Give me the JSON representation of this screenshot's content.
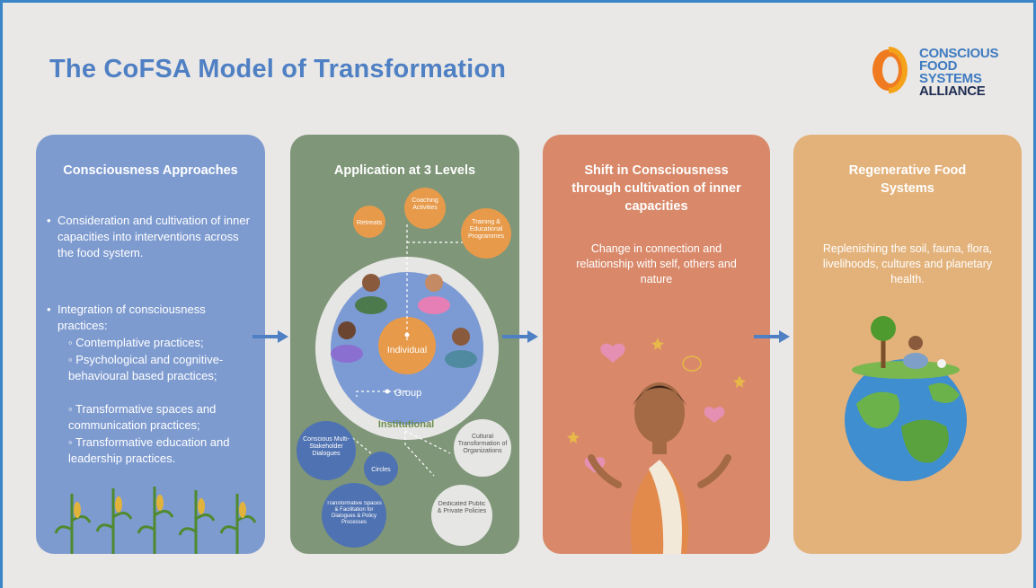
{
  "title": "The CoFSA Model of Transformation",
  "logo": {
    "line1": "CONSCIOUS",
    "line2": "FOOD SYSTEMS",
    "line3": "ALLIANCE"
  },
  "panel1": {
    "heading": "Consciousness Approaches",
    "bullet1": "Consideration and cultivation of inner capacities into interventions across the food system.",
    "bullet2": "Integration of consciousness practices:",
    "subs": [
      "◦ Contemplative practices;",
      "◦ Psychological and cognitive-behavioural based practices;",
      "◦ Transformative spaces and communication practices;",
      "◦ Transformative education and leadership practices."
    ]
  },
  "panel2": {
    "heading": "Application at 3 Levels",
    "top_circles": [
      "Retreats",
      "Coaching Activities",
      "Training & Educational Programmes"
    ],
    "levels": {
      "individual": "Individual",
      "group": "Group",
      "institutional": "Institutional"
    },
    "bottom_circles": [
      "Conscious Multi-Stakeholder Dialogues",
      "Circles",
      "Transformative Spaces & Facilitation for Dialogues & Policy Processes",
      "Cultural Transformation of Organizations",
      "Dedicated Public & Private Policies"
    ]
  },
  "panel3": {
    "heading": "Shift in Consciousness through cultivation of inner capacities",
    "body": "Change in connection and relationship with self, others and nature"
  },
  "panel4": {
    "heading": "Regenerative Food Systems",
    "body": "Replenishing the soil, fauna, flora, livelihoods, cultures and planetary health."
  },
  "colors": {
    "accent": "#4f80c4",
    "panel1": "#7e9bd0",
    "panel2": "#7f9679",
    "panel3": "#d9896a",
    "panel4": "#e3b27b",
    "border": "#3b86c6"
  }
}
